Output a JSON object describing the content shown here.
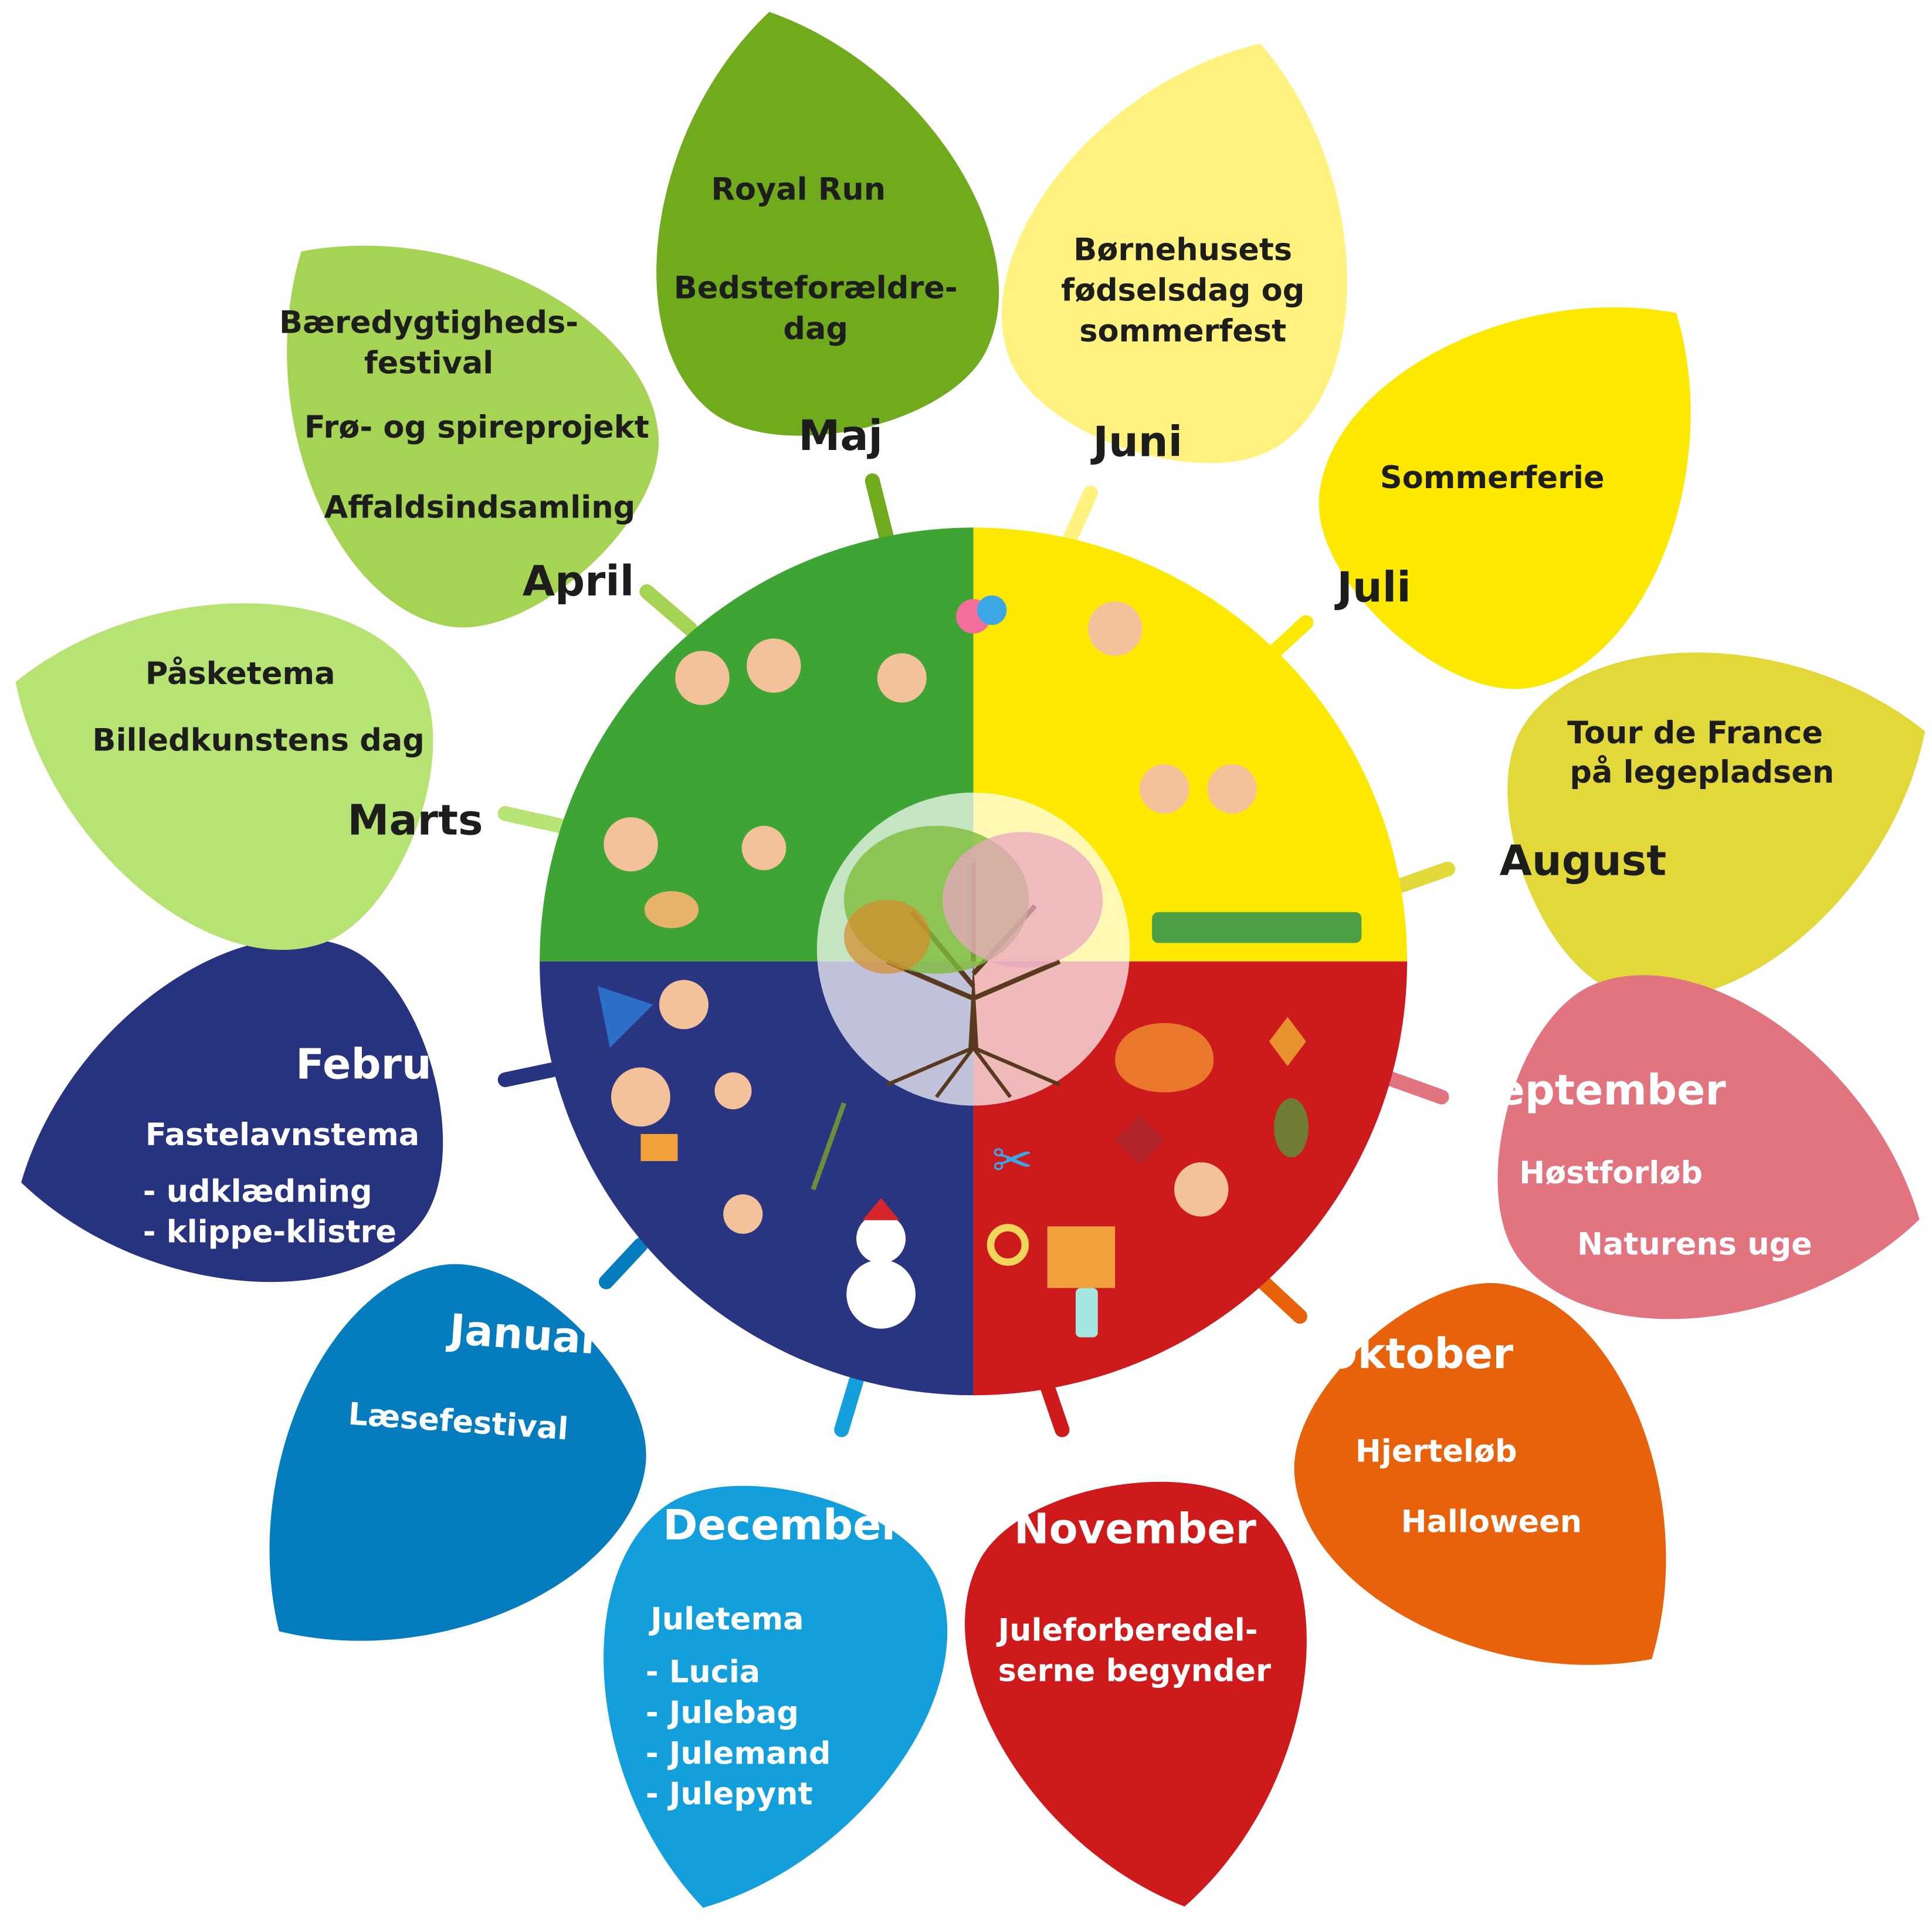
{
  "colors": {
    "maj": "#6fab1c",
    "juni": "#fff27f",
    "juli": "#fde900",
    "august": "#e3d83a",
    "september": "#e27480",
    "oktober": "#e8620c",
    "november": "#cf1a1b",
    "december": "#139fdb",
    "januar": "#047cbd",
    "februar": "#28337f",
    "marts": "#b7e374",
    "april": "#a5d354",
    "spring_quadrant": "#3ea535",
    "summer_quadrant": "#fde900",
    "winter_quadrant": "#293581",
    "autumn_quadrant": "#cd1a1d"
  },
  "months": {
    "januar": {
      "name": "Januar",
      "lines": [
        "Læsefestival"
      ]
    },
    "februar": {
      "name": "Februar",
      "lines": [
        "Fastelavnstema",
        "- udklædning",
        "- klippe-klistre"
      ]
    },
    "marts": {
      "name": "Marts",
      "lines": [
        "Påsketema",
        "Billedkunstens dag"
      ]
    },
    "april": {
      "name": "April",
      "lines": [
        "Bæredygtigheds-",
        "festival",
        "Frø- og spireprojekt",
        "Affaldsindsamling"
      ]
    },
    "maj": {
      "name": "Maj",
      "lines": [
        "Royal Run",
        "Bedsteforældre-",
        "dag"
      ]
    },
    "juni": {
      "name": "Juni",
      "lines": [
        "Børnehusets",
        "fødselsdag og",
        "sommerfest"
      ]
    },
    "juli": {
      "name": "Juli",
      "lines": [
        "Sommerferie"
      ]
    },
    "august": {
      "name": "August",
      "lines": [
        "Tour de France",
        "på legepladsen"
      ]
    },
    "september": {
      "name": "September",
      "lines": [
        "Høstforløb",
        "Naturens uge"
      ]
    },
    "oktober": {
      "name": "Oktober",
      "lines": [
        "Hjerteløb",
        "Halloween"
      ]
    },
    "november": {
      "name": "November",
      "lines": [
        "Juleforberedel-",
        "serne begynder"
      ]
    },
    "december": {
      "name": "December",
      "lines": [
        "Juletema",
        "- Lucia",
        "- Julebag",
        "- Julemand",
        "- Julepynt"
      ]
    }
  }
}
